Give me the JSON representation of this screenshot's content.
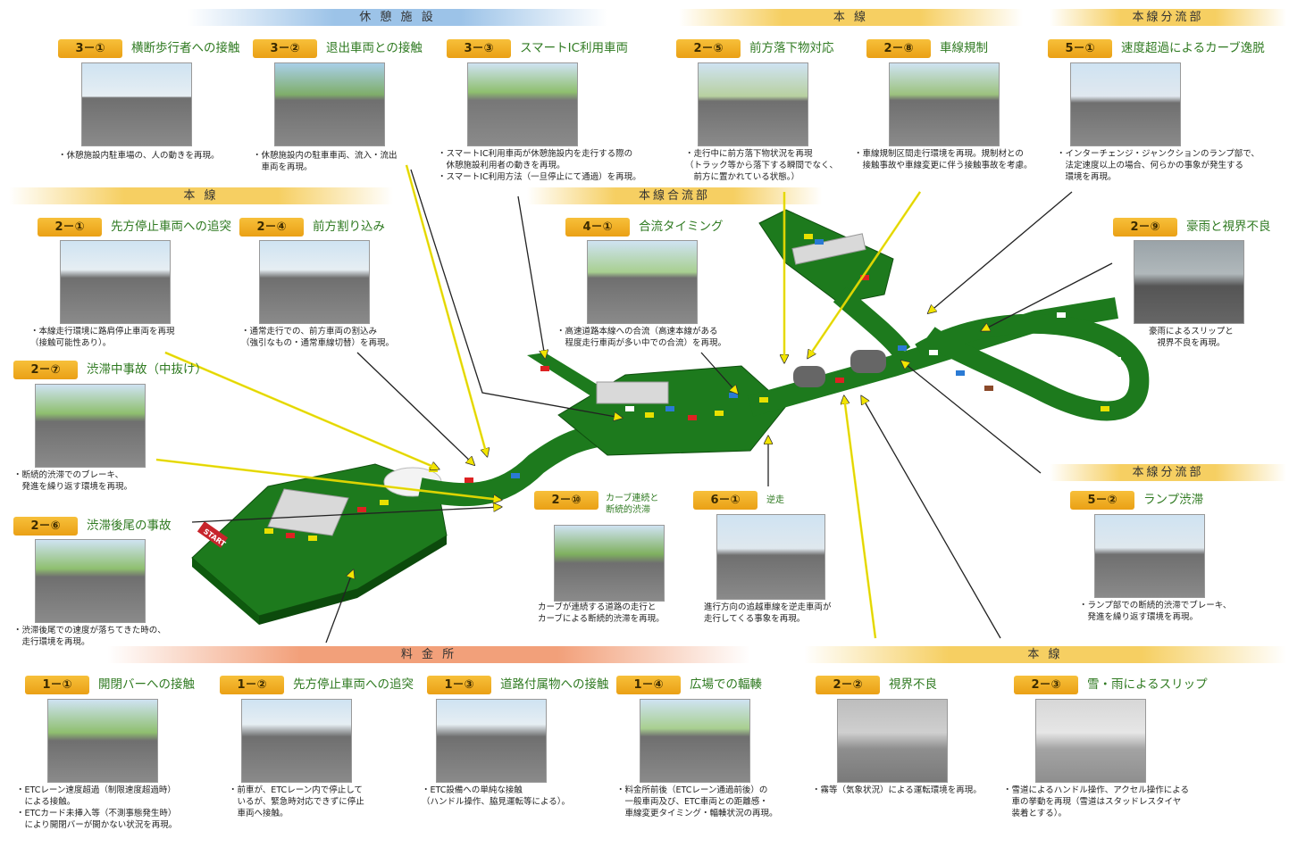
{
  "section_headers": {
    "rest_area": "休 憩 施 設",
    "mainline_top": "本 線",
    "branch_top": "本線分流部",
    "mainline_left": "本 線",
    "merge": "本線合流部",
    "branch_right": "本線分流部",
    "tollgate": "料 金 所",
    "mainline_bottom": "本 線"
  },
  "start_sign": "START",
  "scenarios": [
    {
      "id": "3-1",
      "badge": "3－①",
      "title": "横断歩行者への接触",
      "desc": "・休憩施設内駐車場の、人の動きを再現。"
    },
    {
      "id": "3-2",
      "badge": "3－②",
      "title": "退出車両との接触",
      "desc": "・休憩施設内の駐車車両、流入・流出\n　車両を再現。"
    },
    {
      "id": "3-3",
      "badge": "3－③",
      "title": "スマートIC利用車両",
      "desc": "・スマートIC利用車両が休憩施設内を走行する際の\n　休憩施設利用者の動きを再現。\n・スマートIC利用方法（一旦停止にて通過）を再現。"
    },
    {
      "id": "2-5",
      "badge": "2－⑤",
      "title": "前方落下物対応",
      "desc": "・走行中に前方落下物状況を再現\n（トラック等から落下する瞬間でなく、\n　前方に置かれている状態。）"
    },
    {
      "id": "2-8",
      "badge": "2－⑧",
      "title": "車線規制",
      "desc": "・車線規制区間走行環境を再現。規制材との\n　接触事故や車線変更に伴う接触事故を考慮。"
    },
    {
      "id": "5-1",
      "badge": "5－①",
      "title": "速度超過によるカーブ逸脱",
      "desc": "・インターチェンジ・ジャンクションのランプ部で、\n　法定速度以上の場合、何らかの事象が発生する\n　環境を再現。"
    },
    {
      "id": "2-1",
      "badge": "2－①",
      "title": "先方停止車両への追突",
      "desc": "・本線走行環境に路肩停止車両を再現\n（接触可能性あり）。"
    },
    {
      "id": "2-4",
      "badge": "2－④",
      "title": "前方割り込み",
      "desc": "・通常走行での、前方車両の割込み\n（強引なもの・通常車線切替）を再現。"
    },
    {
      "id": "4-1",
      "badge": "4－①",
      "title": "合流タイミング",
      "desc": "・高速道路本線への合流（高速本線がある\n　程度走行車両が多い中での合流）を再現。"
    },
    {
      "id": "2-9",
      "badge": "2－⑨",
      "title": "豪雨と視界不良",
      "desc": "豪雨によるスリップと\n視界不良を再現。"
    },
    {
      "id": "2-7",
      "badge": "2－⑦",
      "title": "渋滞中事故（中抜け）",
      "desc": "・断続的渋滞でのブレーキ、\n　発進を繰り返す環境を再現。"
    },
    {
      "id": "2-6",
      "badge": "2－⑥",
      "title": "渋滞後尾の事故",
      "desc": "・渋滞後尾での速度が落ちてきた時の、\n　走行環境を再現。"
    },
    {
      "id": "2-10",
      "badge": "2－⑩",
      "title": "カーブ連続と\n断続的渋滞",
      "desc": "カーブが連続する道路の走行と\nカーブによる断続的渋滞を再現。"
    },
    {
      "id": "6-1",
      "badge": "6－①",
      "title": "逆走",
      "desc": "進行方向の追越車線を逆走車両が\n走行してくる事象を再現。"
    },
    {
      "id": "5-2",
      "badge": "5－②",
      "title": "ランプ渋滞",
      "desc": "・ランプ部での断続的渋滞でブレーキ、\n　発進を繰り返す環境を再現。"
    },
    {
      "id": "1-1",
      "badge": "1－①",
      "title": "開閉バーへの接触",
      "desc": "・ETCレーン速度超過（制限速度超過時）\n　による接触。\n・ETCカード未挿入等（不測事態発生時）\n　により開閉バーが開かない状況を再現。"
    },
    {
      "id": "1-2",
      "badge": "1－②",
      "title": "先方停止車両への追突",
      "desc": "・前車が、ETCレーン内で停止して\n　いるが、緊急時対応できずに停止\n　車両へ接触。"
    },
    {
      "id": "1-3",
      "badge": "1－③",
      "title": "道路付属物への接触",
      "desc": "・ETC設備への単純な接触\n（ハンドル操作、脇見運転等による）。"
    },
    {
      "id": "1-4",
      "badge": "1－④",
      "title": "広場での輻輳",
      "desc": "・料金所前後（ETCレーン通過前後）の\n　一般車両及び、ETC車両との距離感・\n　車線変更タイミング・輻輳状況の再現。"
    },
    {
      "id": "2-2",
      "badge": "2－②",
      "title": "視界不良",
      "desc": "・霧等（気象状況）による運転環境を再現。"
    },
    {
      "id": "2-3",
      "badge": "2－③",
      "title": "雪・雨によるスリップ",
      "desc": "・雪道によるハンドル操作、アクセル操作による\n　車の挙動を再現（雪道はスタッドレスタイヤ\n　装着とする）。"
    }
  ],
  "colors": {
    "badge": "#f0b020",
    "title": "#2f7a21",
    "map_green": "#1f7a1f",
    "arrow": "#f2e400"
  }
}
